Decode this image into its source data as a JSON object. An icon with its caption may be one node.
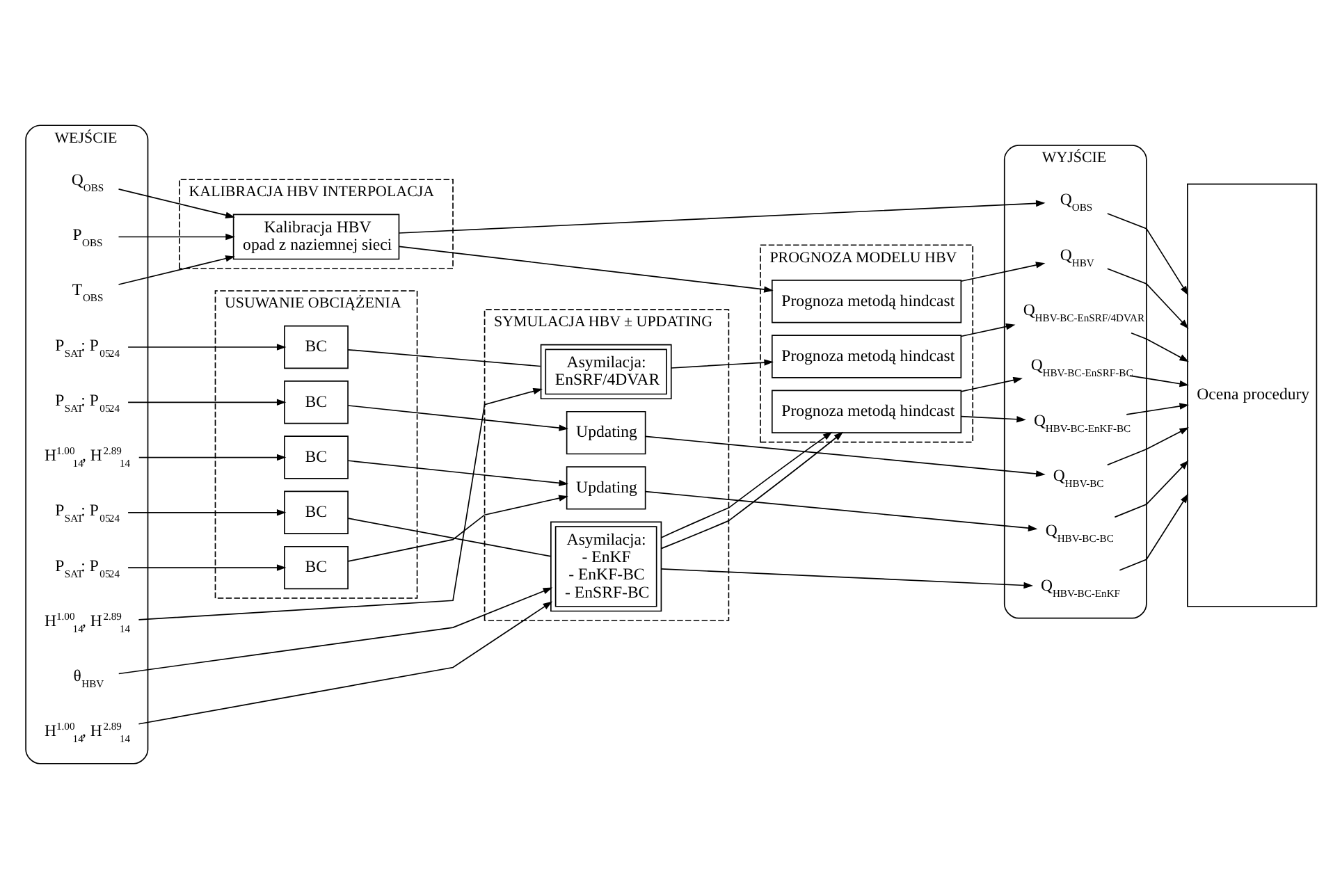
{
  "diagram": {
    "nodes": [
      {
        "text": [
          "WEJŚCIE"
        ]
      },
      {
        "text": [
          "Q$_{OBS}$"
        ],
        "in": 0
      },
      {
        "text": [
          "P$_{OBS}$"
        ],
        "in": 0
      },
      {
        "text": [
          "T$_{OBS}$"
        ],
        "in": 0
      },
      {
        "text": [
          "P$_{SAT}$: P$_{05}$$_{24}$"
        ],
        "in": 0
      },
      {
        "text": [
          "P$_{SAT}$: P$_{05}$$_{24}$"
        ],
        "in": 0
      },
      {
        "text": [
          "H$^{1.00}$$_{14}$, H$^{2.89}$$_{14}$"
        ],
        "in": 0
      },
      {
        "text": [
          "P$_{SAT}$: P$_{05}$$_{24}$"
        ],
        "in": 0
      },
      {
        "text": [
          "H$^{1.00}$$_{14}$, H$^{2.89}$$_{14}$"
        ],
        "in": 0
      },
      {
        "text": [
          "θ$_{HBV}$"
        ],
        "in": 0
      },
      {
        "text": [
          "P$_{SAT}$: P$_{05}$$_{24}$"
        ],
        "in": 0
      },
      {
        "text": [
          "H$^{1.00}$$_{14}$, H$^{2.89}$$_{14}$"
        ],
        "in": 0
      },
      {
        "text": [
          "KALIBRACJA HBV INTERPOLACJA"
        ]
      },
      {
        "text": [
          "Kalibracja HBV",
          "opad z naziemnej sieci"
        ],
        "in": 12
      },
      {
        "text": [
          "USUWANIE OBCIĄŻENIA"
        ]
      },
      {
        "text": [
          "BC"
        ],
        "in": 14
      },
      {
        "text": [
          "BC"
        ],
        "in": 14
      },
      {
        "text": [
          "BC"
        ],
        "in": 14
      },
      {
        "text": [
          "BC"
        ],
        "in": 14
      },
      {
        "text": [
          "BC"
        ],
        "in": 14
      },
      {
        "text": [
          "SYMULACJA HBV ± UPDATING"
        ]
      },
      {
        "text": [
          "Updating"
        ],
        "in": 20
      },
      {
        "text": [
          "Updating"
        ],
        "in": 20
      },
      {
        "text": [
          "Asymilacja:",
          "- EnKF",
          "- EnKF-BC",
          "- EnSRF-BC"
        ],
        "in": 20
      },
      {
        "text": [
          "Asymilacja:",
          "EnSRF/4DVAR"
        ],
        "in": 20
      },
      {
        "text": [
          "PROGNOZA MODELU HBV"
        ]
      },
      {
        "text": [
          "Prognoza metodą hindcast"
        ],
        "in": 25
      },
      {
        "text": [
          "Prognoza metodą hindcast"
        ],
        "in": 25
      },
      {
        "text": [
          "Prognoza metodą hindcast"
        ],
        "in": 25
      },
      {
        "text": [
          "WYJŚCIE"
        ]
      },
      {
        "text": [
          "Q$_{OBS}$"
        ],
        "in": 29
      },
      {
        "text": [
          "Q$_{HBV}$"
        ],
        "in": 29
      },
      {
        "text": [
          "Q$_{HBV-BC}$"
        ],
        "in": 29
      },
      {
        "text": [
          "Q$_{HBV-BC-BC}$"
        ],
        "in": 29
      },
      {
        "text": [
          "Q$_{HBV-BC-EnKF}$"
        ],
        "in": 29
      },
      {
        "text": [
          "Q$_{HBV-BC-EnKF-BC}$"
        ],
        "in": 29
      },
      {
        "text": [
          "Q$_{HBV-BC-EnSRF-BC}$"
        ],
        "in": 29
      },
      {
        "text": [
          "Q$_{HBV-BC-EnSRF/4DVAR}$"
        ],
        "in": 29
      },
      {
        "text": [
          "Ocena procedury"
        ]
      }
    ],
    "edges": [
      {
        "from": 1,
        "to": 13,
        "arrow": "to"
      },
      {
        "from": 2,
        "to": 13,
        "arrow": "to"
      },
      {
        "from": 3,
        "to": 13,
        "arrow": "to"
      },
      {
        "from": 13,
        "to": 30,
        "arrow": "to"
      },
      {
        "from": 13,
        "to": 26,
        "arrow": "to"
      },
      {
        "from": 26,
        "to": 31,
        "arrow": "to"
      },
      {
        "from": 4,
        "to": 15,
        "arrow": "to"
      },
      {
        "from": 15,
        "to": 21,
        "arrow": "to"
      },
      {
        "from": 21,
        "to": 32,
        "arrow": "to"
      },
      {
        "from": 5,
        "to": 16,
        "arrow": "to"
      },
      {
        "from": 6,
        "to": 17,
        "arrow": "to"
      },
      {
        "from": 16,
        "to": 22,
        "arrow": "to"
      },
      {
        "from": 17,
        "to": 22,
        "arrow": "to"
      },
      {
        "from": 22,
        "to": 33,
        "arrow": "to"
      },
      {
        "from": 7,
        "to": 18,
        "arrow": "to"
      },
      {
        "from": 18,
        "to": 23,
        "arrow": "none"
      },
      {
        "from": 8,
        "to": 23,
        "arrow": "to"
      },
      {
        "from": 9,
        "to": 23,
        "arrow": "to"
      },
      {
        "from": 23,
        "to": 34,
        "arrow": "to"
      },
      {
        "from": 23,
        "to": 27,
        "arrow": "to"
      },
      {
        "from": 23,
        "to": 27,
        "arrow": "to"
      },
      {
        "from": 27,
        "to": 35,
        "arrow": "to"
      },
      {
        "from": 27,
        "to": 36,
        "arrow": "to"
      },
      {
        "from": 10,
        "to": 19,
        "arrow": "to"
      },
      {
        "from": 19,
        "to": 24,
        "arrow": "none"
      },
      {
        "from": 11,
        "to": 24,
        "arrow": "to"
      },
      {
        "from": 24,
        "to": 28,
        "arrow": "to"
      },
      {
        "from": 28,
        "to": 37,
        "arrow": "to"
      },
      {
        "from": 30,
        "to": 38,
        "arrow": "to"
      },
      {
        "from": 31,
        "to": 38,
        "arrow": "to"
      },
      {
        "from": 32,
        "to": 38,
        "arrow": "to"
      },
      {
        "from": 33,
        "to": 38,
        "arrow": "to"
      },
      {
        "from": 34,
        "to": 38,
        "arrow": "to"
      },
      {
        "from": 35,
        "to": 38,
        "arrow": "to"
      },
      {
        "from": 36,
        "to": 38,
        "arrow": "to"
      },
      {
        "from": 37,
        "to": 38,
        "arrow": "to"
      }
    ]
  }
}
